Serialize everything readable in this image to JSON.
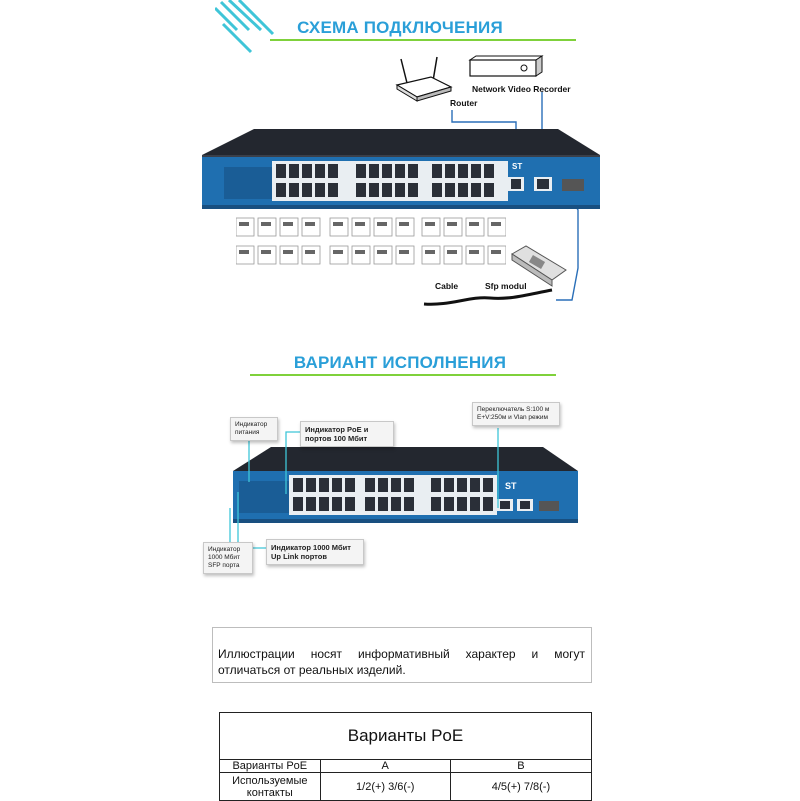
{
  "scheme": {
    "title": "СХЕМА ПОДКЛЮЧЕНИЯ",
    "router_label": "Router",
    "nvr_label": "Network Video Recorder",
    "cable_label": "Cable",
    "sfp_label": "Sfp modul"
  },
  "variant": {
    "title": "ВАРИАНТ ИСПОЛНЕНИЯ",
    "callouts": {
      "power": "Индикатор питания",
      "poe": "Индикатор PoE и портов 100 Мбит",
      "switch": "Переключатель S:100 м E+V:250м и Vlan режим",
      "gig": "Индикатор 1000 Мбит Up Link портов",
      "sfp": "Индикатор 1000 Мбит SFP порта"
    }
  },
  "note": "Иллюстрации носят информативный характер и могут отличаться от реальных изделий.",
  "poe_table": {
    "title": "Варианты PoE",
    "header_label": "Варианты PoE",
    "col_a": "A",
    "col_b": "B",
    "row_label": "Используемые контакты",
    "a_value": "1/2(+) 3/6(-)",
    "b_value": "4/5(+) 7/8(-)"
  },
  "colors": {
    "title_blue": "#2a9fd8",
    "accent_green": "#7fd13b",
    "switch_blue": "#1f6fb0",
    "switch_dark": "#1c1f26"
  }
}
